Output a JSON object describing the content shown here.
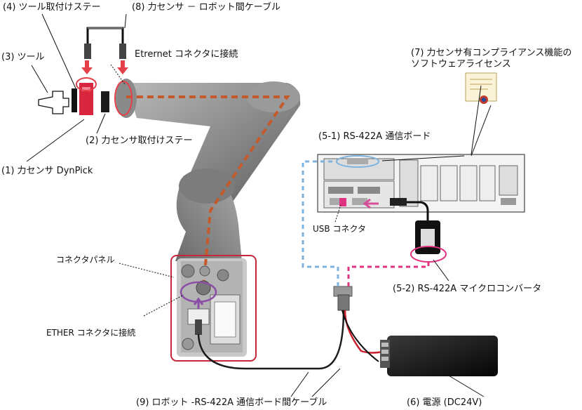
{
  "labels": {
    "tool_stay": "(4) ツール取付けステー",
    "sensor_cable": "(8) 力センサ － ロボット間ケーブル",
    "tool": "(3) ツール",
    "etrernet": "Etrernet コネクタに接続",
    "software_line1": "(7) 力センサ有コンプライアンス機能の",
    "software_line2": "ソフトウェアライセンス",
    "sensor_stay": "(2) 力センサ取付けステー",
    "rs422_board": "(5-1) RS-422A 通信ボード",
    "dynpick": "(1) 力センサ DynPick",
    "usb": "USB コネクタ",
    "connector_panel": "コネクタパネル",
    "micro_converter": "(5-2) RS-422A マイクロコンバータ",
    "ether": "ETHER コネクタに接続",
    "robot_cable": "(9) ロボット -RS-422A 通信ボード間ケーブル",
    "power": "(6) 電源 (DC24V)"
  },
  "colors": {
    "highlight_red": "#e5404a",
    "sensor_red": "#d7263d",
    "dashed_orange": "#c45a2c",
    "dashed_blue": "#7fb2dc",
    "dashed_pink": "#e0337f",
    "arrow_pink": "#d64f9a",
    "panel_purple": "#8b4fa6",
    "robot_gray": "#8f8f8f"
  }
}
